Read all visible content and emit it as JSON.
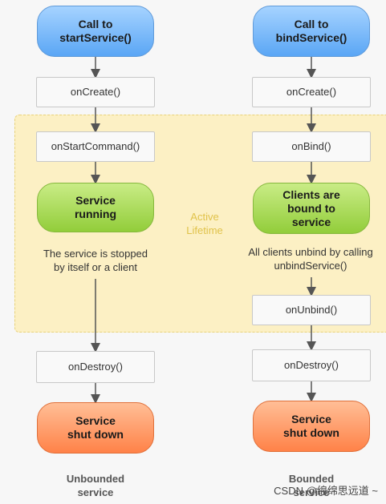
{
  "active_lifetime_label": "Active\nLifetime",
  "left": {
    "start": "Call to\nstartService()",
    "on_create": "onCreate()",
    "on_start_command": "onStartCommand()",
    "running": "Service\nrunning",
    "stop_note": "The service is stopped\nby itself or a client",
    "on_destroy": "onDestroy()",
    "shutdown": "Service\nshut down",
    "caption": "Unbounded\nservice"
  },
  "right": {
    "start": "Call to\nbindService()",
    "on_create": "onCreate()",
    "on_bind": "onBind()",
    "bound": "Clients are\nbound to\nservice",
    "unbind_note": "All clients unbind by calling\nunbindService()",
    "on_unbind": "onUnbind()",
    "on_destroy": "onDestroy()",
    "shutdown": "Service\nshut down",
    "caption": "Bounded\nservice"
  },
  "watermark": "CSDN @绵绵思远道 ~",
  "colors": {
    "start": "#5aa6f5",
    "running": "#92cd3a",
    "shutdown": "#ff8248",
    "lifetime": "#fcf0c4"
  }
}
